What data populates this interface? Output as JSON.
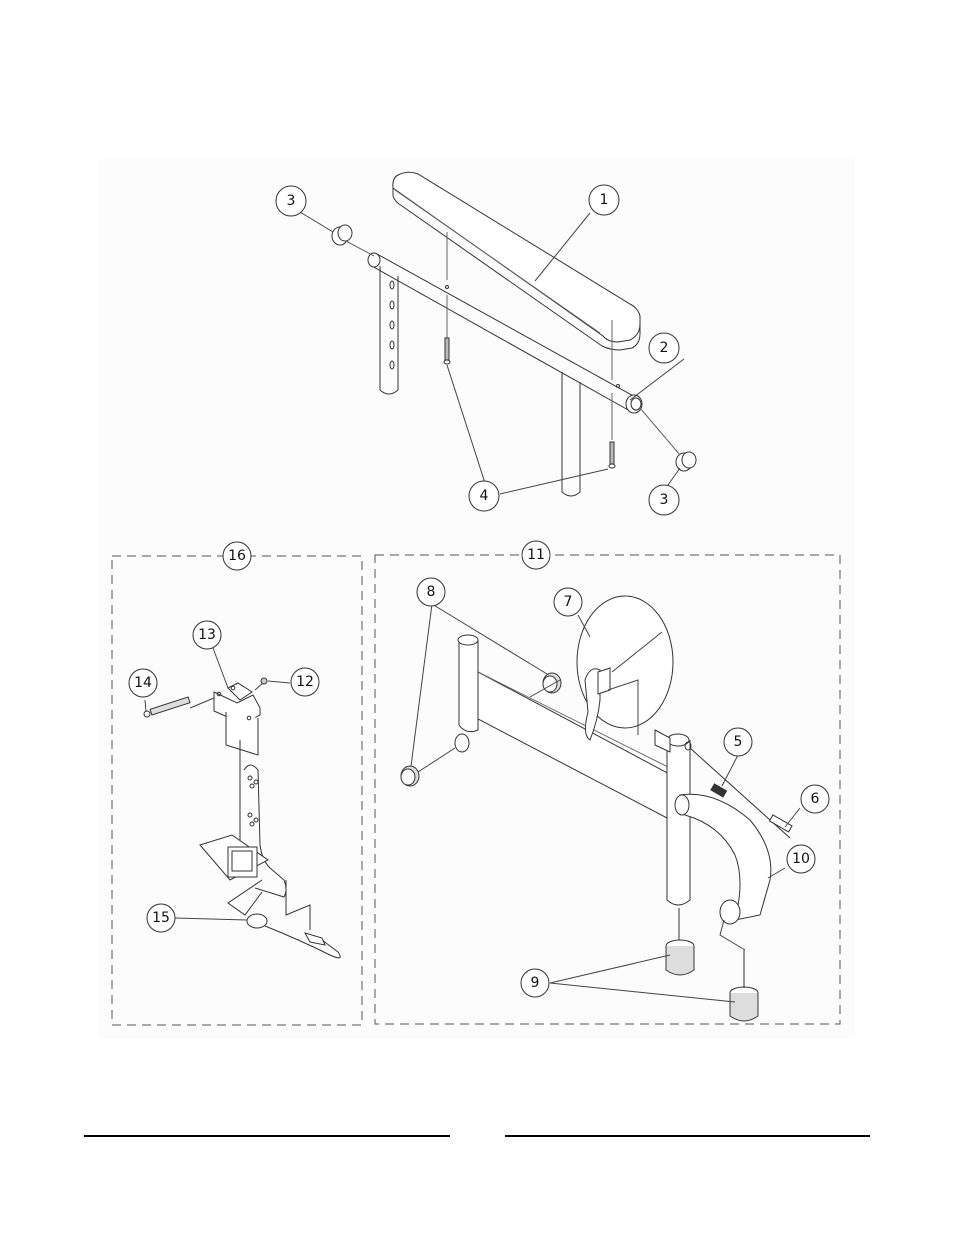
{
  "diagram": {
    "type": "exploded-parts-diagram",
    "sections": [
      {
        "id": "armrest-assembly",
        "callouts": [
          "1",
          "2",
          "3",
          "3",
          "4"
        ]
      },
      {
        "id": "box-16",
        "label": "16",
        "callouts": [
          "12",
          "13",
          "14",
          "15"
        ]
      },
      {
        "id": "box-11",
        "label": "11",
        "callouts": [
          "5",
          "6",
          "7",
          "8",
          "9",
          "10"
        ]
      }
    ],
    "callouts": {
      "c1": "1",
      "c2": "2",
      "c3a": "3",
      "c3b": "3",
      "c4": "4",
      "c5": "5",
      "c6": "6",
      "c7": "7",
      "c8": "8",
      "c9": "9",
      "c10": "10",
      "c11": "11",
      "c12": "12",
      "c13": "13",
      "c14": "14",
      "c15": "15",
      "c16": "16"
    },
    "colors": {
      "line": "#333333",
      "panel": "#fcfcfc",
      "dash": "#555555"
    }
  },
  "footer": {
    "rules": 2
  }
}
